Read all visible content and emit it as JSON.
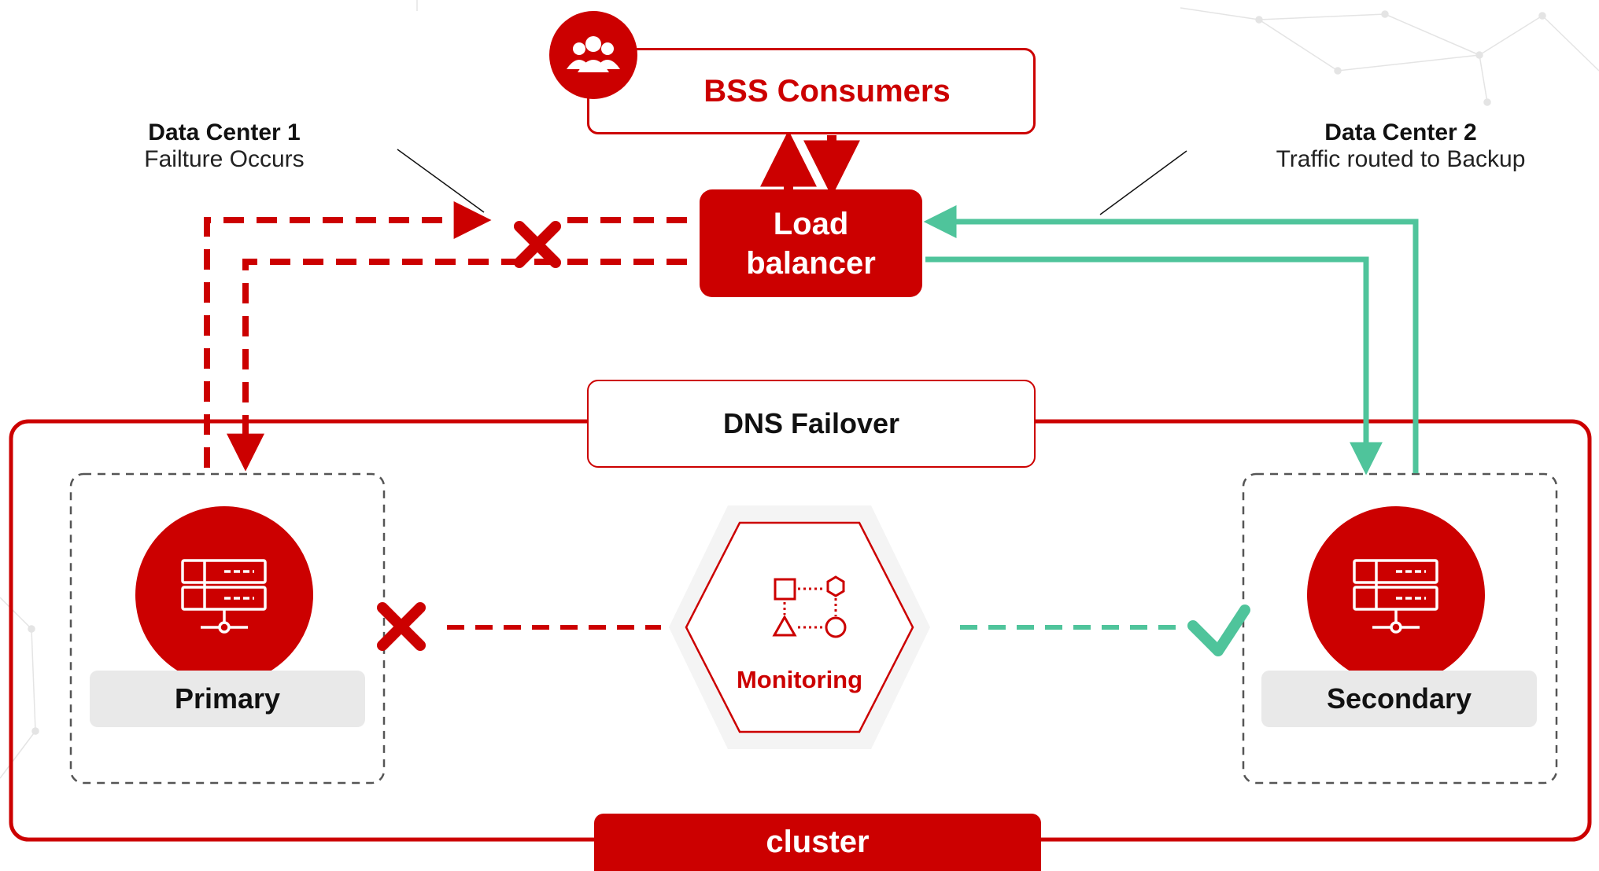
{
  "consumers": {
    "label": "BSS Consumers",
    "icon": "users-icon"
  },
  "load_balancer": {
    "label_line1": "Load",
    "label_line2": "balancer"
  },
  "data_center_1": {
    "title": "Data Center 1",
    "subtitle": "Failture Occurs"
  },
  "data_center_2": {
    "title": "Data Center 2",
    "subtitle": "Traffic routed to Backup"
  },
  "dns": {
    "label": "DNS Failover"
  },
  "primary": {
    "label": "Primary",
    "icon": "server-icon",
    "status_icon": "x-icon"
  },
  "secondary": {
    "label": "Secondary",
    "icon": "server-icon",
    "status_icon": "check-icon"
  },
  "monitoring": {
    "label": "Monitoring",
    "icon": "workflow-icon"
  },
  "cluster": {
    "label": "cluster"
  },
  "colors": {
    "red": "#cc0000",
    "green": "#4fc49b",
    "grey_dash": "#555555",
    "label_bg": "#e9e9e9"
  }
}
